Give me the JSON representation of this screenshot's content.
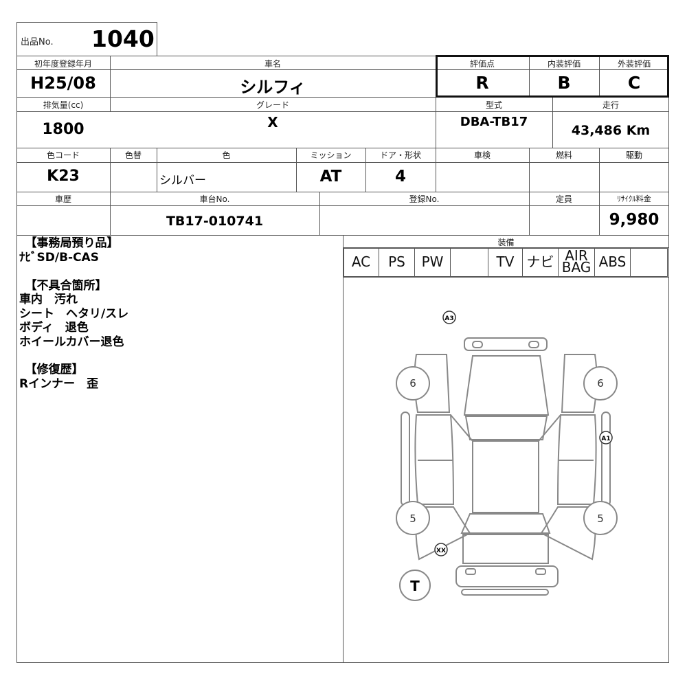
{
  "lot": {
    "label": "出品No.",
    "value": "1040"
  },
  "row1": {
    "reg_year_label": "初年度登録年月",
    "reg_year": "H25/08",
    "car_name_label": "車名",
    "car_name": "シルフィ",
    "score_label": "評価点",
    "score": "R",
    "interior_label": "内装評価",
    "interior": "B",
    "exterior_label": "外装評価",
    "exterior": "C"
  },
  "row2": {
    "displacement_label": "排気量(cc)",
    "displacement": "1800",
    "grade_label": "グレード",
    "grade": "X",
    "model_label": "型式",
    "model": "DBA-TB17",
    "mileage_label": "走行",
    "mileage": "43,486 Km"
  },
  "row3": {
    "color_code_label": "色コード",
    "color_code": "K23",
    "repaint_label": "色替",
    "repaint": "",
    "color_label": "色",
    "color": "シルバー",
    "mission_label": "ミッション",
    "mission": "AT",
    "doors_label": "ドア・形状",
    "doors": "4",
    "inspection_label": "車検",
    "inspection": "",
    "fuel_label": "燃料",
    "fuel": "",
    "drive_label": "駆動",
    "drive": ""
  },
  "row4": {
    "history_label": "車歴",
    "history": "",
    "chassis_label": "車台No.",
    "chassis": "TB17-010741",
    "registration_label": "登録No.",
    "registration": "",
    "capacity_label": "定員",
    "capacity": "",
    "recycle_label": "ﾘｻｲｸﾙ料金",
    "recycle": "9,980"
  },
  "notes": {
    "office_heading": "　【事務局預り品】",
    "office_items": "ﾅﾋﾞSD/B-CAS",
    "defect_heading": "　【不具合箇所】",
    "defect_items": "車内　汚れ\nシート　ヘタリ/スレ\nボディ　退色\nホイールカバー退色",
    "repair_heading": "　【修復歴】",
    "repair_items": "Rインナー　歪"
  },
  "equipment": {
    "label": "装備",
    "items": [
      "AC",
      "PS",
      "PW",
      "",
      "TV",
      "ナビ",
      "AIR\nBAG",
      "ABS",
      ""
    ]
  },
  "diagram": {
    "marks": {
      "rear_bumper": "A3",
      "right_front_fender": "6",
      "left_front_fender": "6",
      "right_side": "A1",
      "left_rear": "5",
      "right_rear": "5",
      "front_glass": "XX",
      "tire": "T"
    }
  }
}
